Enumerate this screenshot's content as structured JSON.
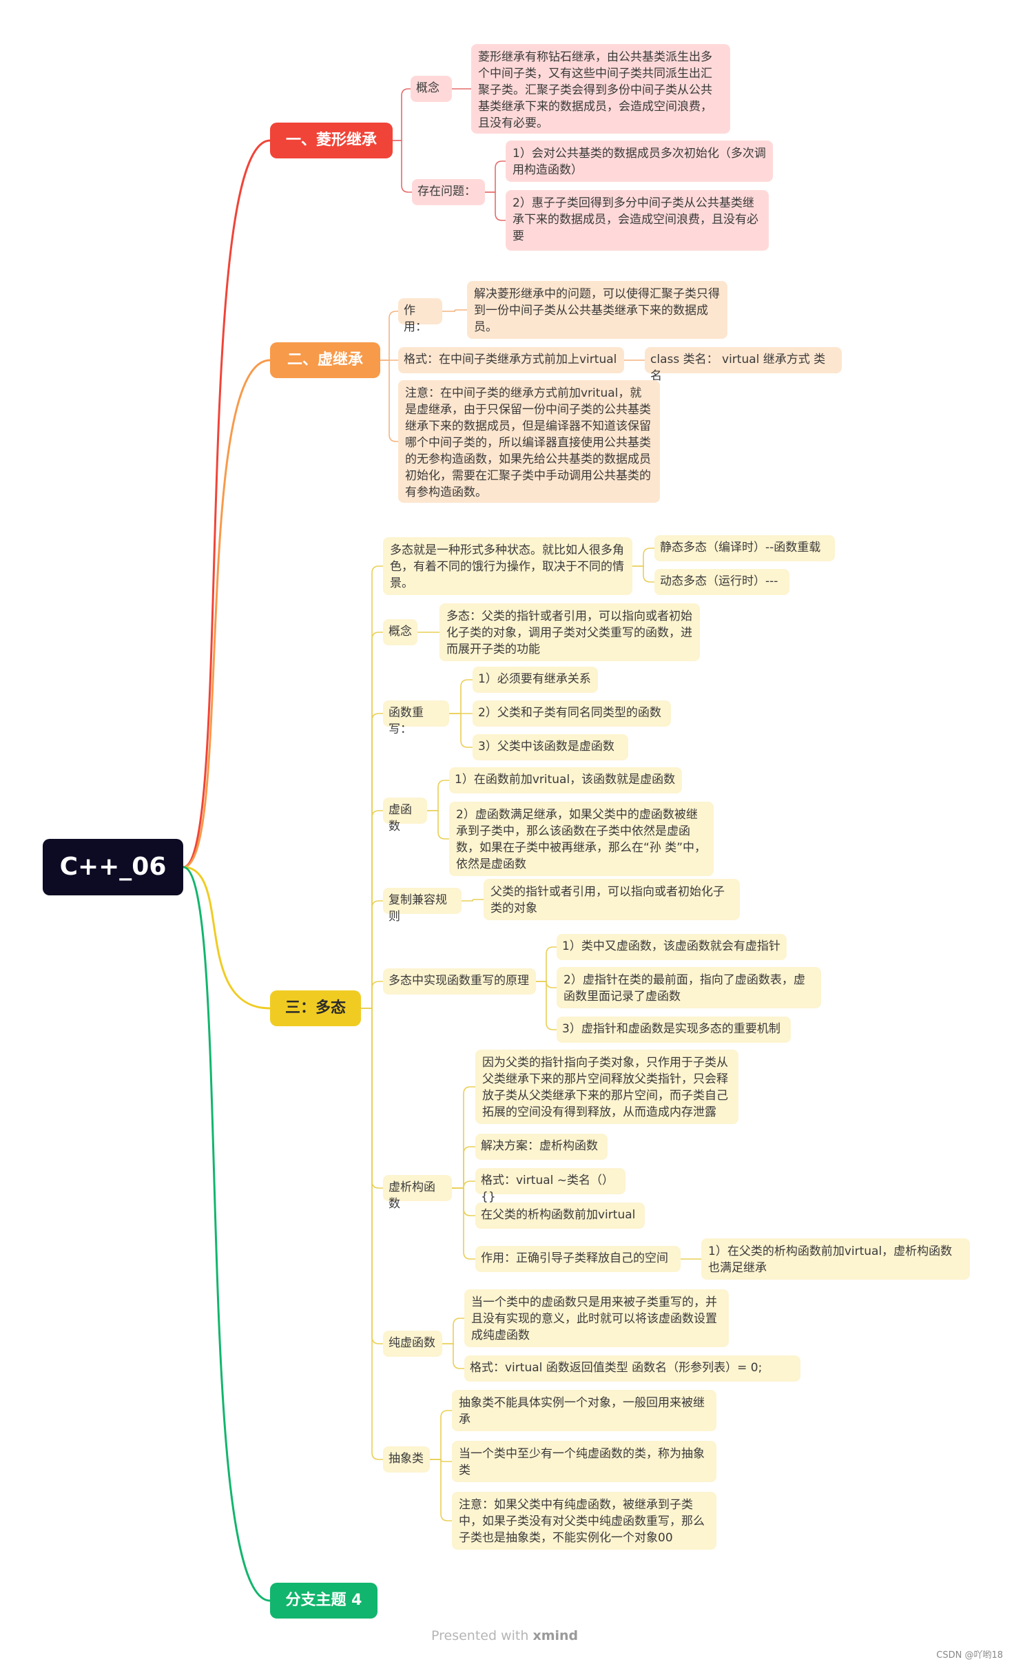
{
  "root": {
    "label": "C++_06"
  },
  "colors": {
    "branch1": "#f04438",
    "branch2": "#f79a4a",
    "branch3": "#f0cc23",
    "branch4": "#12b56d",
    "root": "#0d0b24"
  },
  "branches": [
    {
      "label": "一、菱形继承",
      "children": [
        {
          "label": "概念",
          "children": [
            {
              "label": "菱形继承有称钻石继承，由公共基类派生出多个中间子类，又有这些中间子类共同派生出汇聚子类。汇聚子类会得到多份中间子类从公共基类继承下来的数据成员，会造成空间浪费，且没有必要。"
            }
          ]
        },
        {
          "label": "存在问题：",
          "children": [
            {
              "label": "1）会对公共基类的数据成员多次初始化（多次调用构造函数）"
            },
            {
              "label": "2）惠子子类回得到多分中间子类从公共基类继承下来的数据成员，会造成空间浪费，且没有必要"
            }
          ]
        }
      ]
    },
    {
      "label": "二、虚继承",
      "children": [
        {
          "label": "作用：",
          "children": [
            {
              "label": "解决菱形继承中的问题，可以使得汇聚子类只得到一份中间子类从公共基类继承下来的数据成员。"
            }
          ]
        },
        {
          "label": "格式：在中间子类继承方式前加上virtual",
          "children": [
            {
              "label": "class 类名：  virtual 继承方式 类名"
            }
          ]
        },
        {
          "label": "注意：在中间子类的继承方式前加vritual，就是虚继承，由于只保留一份中间子类的公共基类继承下来的数据成员，但是编译器不知道该保留哪个中间子类的，所以编译器直接使用公共基类的无参构造函数，如果先给公共基类的数据成员初始化，需要在汇聚子类中手动调用公共基类的有参构造函数。"
        }
      ]
    },
    {
      "label": "三：多态",
      "children": [
        {
          "label": "多态就是一种形式多种状态。就比如人很多角色，有着不同的饿行为操作，取决于不同的情景。",
          "children": [
            {
              "label": "静态多态（编译时）--函数重载"
            },
            {
              "label": "动态多态（运行时）---"
            }
          ]
        },
        {
          "label": "概念",
          "children": [
            {
              "label": "多态：父类的指针或者引用，可以指向或者初始化子类的对象，调用子类对父类重写的函数，进而展开子类的功能"
            }
          ]
        },
        {
          "label": "函数重写：",
          "children": [
            {
              "label": "1）必须要有继承关系"
            },
            {
              "label": "2）父类和子类有同名同类型的函数"
            },
            {
              "label": "3）父类中该函数是虚函数"
            }
          ]
        },
        {
          "label": "虚函数",
          "children": [
            {
              "label": "1）在函数前加vritual，该函数就是虚函数"
            },
            {
              "label": "2）虚函数满足继承，如果父类中的虚函数被继承到子类中，那么该函数在子类中依然是虚函数，如果在子类中被再继承，那么在“孙 类”中，依然是虚函数"
            }
          ]
        },
        {
          "label": "复制兼容规则",
          "children": [
            {
              "label": "父类的指针或者引用，可以指向或者初始化子类的对象"
            }
          ]
        },
        {
          "label": "多态中实现函数重写的原理",
          "children": [
            {
              "label": "1）类中又虚函数，该虚函数就会有虚指针"
            },
            {
              "label": "2）虚指针在类的最前面，指向了虚函数表，虚函数里面记录了虚函数"
            },
            {
              "label": "3）虚指针和虚函数是实现多态的重要机制"
            }
          ]
        },
        {
          "label": "虚析构函数",
          "children": [
            {
              "label": "因为父类的指针指向子类对象，只作用于子类从父类继承下来的那片空间释放父类指针，只会释放子类从父类继承下来的那片空间，而子类自己拓展的空间没有得到释放，从而造成内存泄露"
            },
            {
              "label": "解决方案：虚析构函数"
            },
            {
              "label": "格式：virtual ~类名（）{}"
            },
            {
              "label": "在父类的析构函数前加virtual"
            },
            {
              "label": "作用：正确引导子类释放自己的空间",
              "children": [
                {
                  "label": "1）在父类的析构函数前加virtual，虚析构函数也满足继承"
                }
              ]
            }
          ]
        },
        {
          "label": "纯虚函数",
          "children": [
            {
              "label": "当一个类中的虚函数只是用来被子类重写的，并且没有实现的意义，此时就可以将该虚函数设置成纯虚函数"
            },
            {
              "label": "格式：virtual 函数返回值类型 函数名（形参列表）= 0;"
            }
          ]
        },
        {
          "label": "抽象类",
          "children": [
            {
              "label": "抽象类不能具体实例一个对象，一般回用来被继承"
            },
            {
              "label": "当一个类中至少有一个纯虚函数的类，称为抽象类"
            },
            {
              "label": "注意：如果父类中有纯虚函数，被继承到子类中，如果子类没有对父类中纯虚函数重写，那么子类也是抽象类，不能实例化一个对象00"
            }
          ]
        }
      ]
    },
    {
      "label": "分支主题 4"
    }
  ],
  "footer": {
    "prefix": "Presented with",
    "brand": "xmind"
  },
  "credit": "CSDN @吖哟18"
}
